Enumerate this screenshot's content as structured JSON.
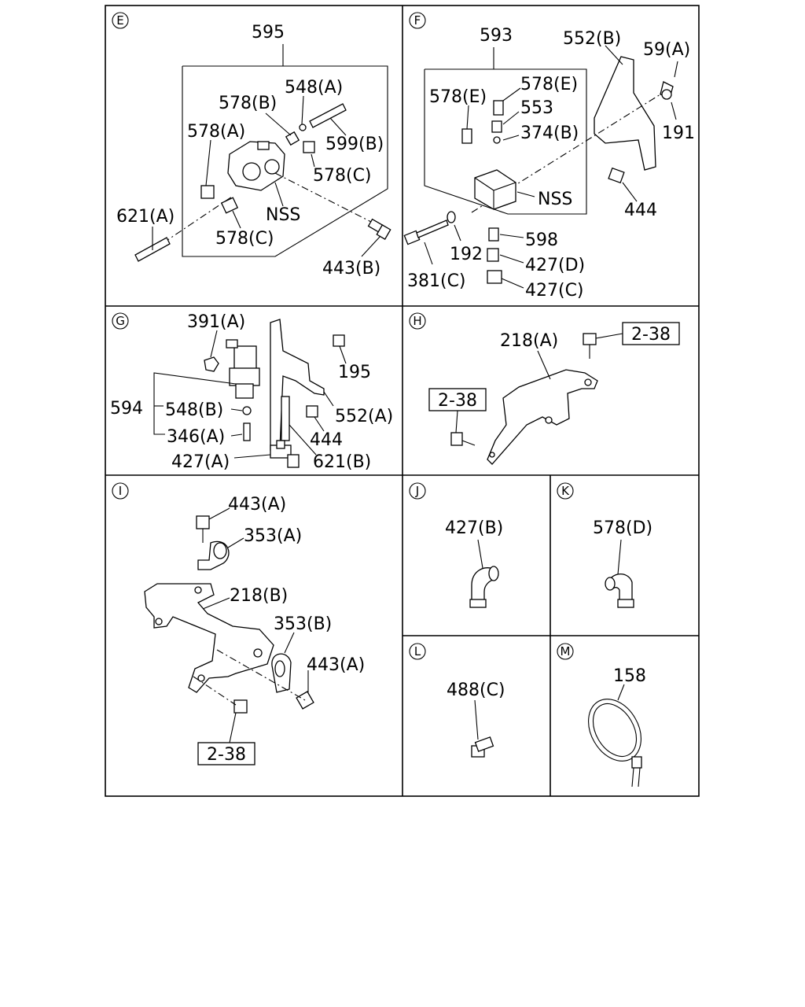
{
  "sections": {
    "E": {
      "letter": "E",
      "labels": {
        "595": "595",
        "548A": "548(A)",
        "578B": "578(B)",
        "578A": "578(A)",
        "599B": "599(B)",
        "578C1": "578(C)",
        "621A": "621(A)",
        "NSS": "NSS",
        "578C2": "578(C)",
        "443B": "443(B)"
      }
    },
    "F": {
      "letter": "F",
      "labels": {
        "593": "593",
        "552B": "552(B)",
        "59A": "59(A)",
        "578E1": "578(E)",
        "578E2": "578(E)",
        "553": "553",
        "374B": "374(B)",
        "191": "191",
        "NSS": "NSS",
        "444": "444",
        "598": "598",
        "192": "192",
        "427D": "427(D)",
        "381C": "381(C)",
        "427C": "427(C)"
      }
    },
    "G": {
      "letter": "G",
      "labels": {
        "391A": "391(A)",
        "195": "195",
        "594": "594",
        "548B": "548(B)",
        "552A": "552(A)",
        "346A": "346(A)",
        "444": "444",
        "427A": "427(A)",
        "621B": "621(B)"
      }
    },
    "H": {
      "letter": "H",
      "labels": {
        "218A": "218(A)",
        "ref1": "2-38",
        "ref2": "2-38"
      }
    },
    "I": {
      "letter": "I",
      "labels": {
        "443A1": "443(A)",
        "353A": "353(A)",
        "218B": "218(B)",
        "353B": "353(B)",
        "443A2": "443(A)",
        "ref": "2-38"
      }
    },
    "J": {
      "letter": "J",
      "labels": {
        "427B": "427(B)"
      }
    },
    "K": {
      "letter": "K",
      "labels": {
        "578D": "578(D)"
      }
    },
    "L": {
      "letter": "L",
      "labels": {
        "488C": "488(C)"
      }
    },
    "M": {
      "letter": "M",
      "labels": {
        "158": "158"
      }
    }
  }
}
